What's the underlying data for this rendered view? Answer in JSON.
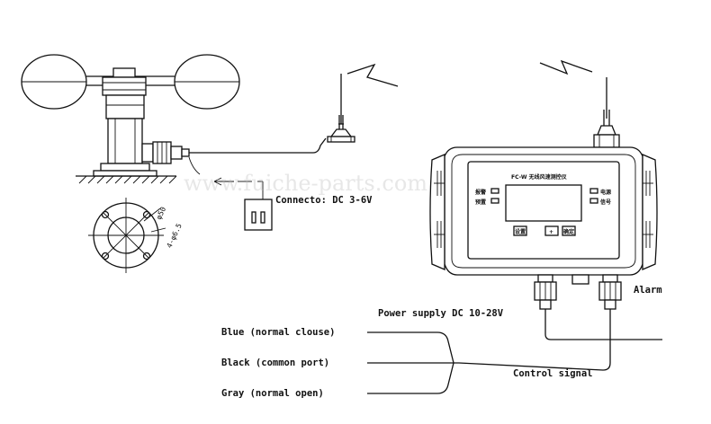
{
  "labels": {
    "connector": "Connecto: DC 3-6V",
    "power": "Power supply DC 10-28V",
    "alarm": "Alarm",
    "control": "Control signal",
    "blue": "Blue (normal clouse)",
    "black": "Black (common port)",
    "gray": "Gray (normal open)",
    "dim_phi50": "φ50",
    "dim_holes": "4-φ6.5"
  },
  "device_panel": {
    "title": "FC-W 无线风速测控仪",
    "left_ind_1": "报警",
    "left_ind_2": "预置",
    "right_ind_1": "电源",
    "right_ind_2": "信号",
    "btn_left": "设置",
    "btn_mid": "+",
    "btn_right": "确定"
  },
  "watermark": "www.fuiche-parts.com"
}
